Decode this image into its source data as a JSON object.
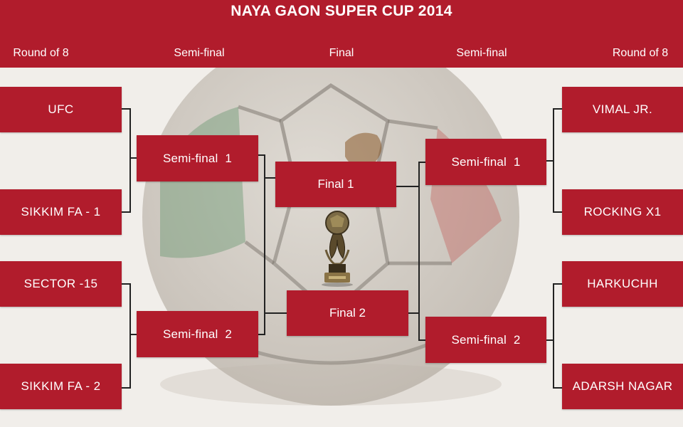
{
  "header": {
    "title": "NAYA GAON SUPER CUP 2014",
    "columns": [
      "Round of 8",
      "Semi-final",
      "Final",
      "Semi-final",
      "Round of 8"
    ]
  },
  "left": {
    "teams": [
      "UFC",
      "SIKKIM FA - 1",
      "SECTOR -15",
      "SIKKIM FA - 2"
    ],
    "semis": [
      "Semi-final  1",
      "Semi-final  2"
    ]
  },
  "right": {
    "teams": [
      "VIMAL JR.",
      "ROCKING X1",
      "HARKUCHH",
      "ADARSH NAGAR"
    ],
    "semis": [
      "Semi-final  1",
      "Semi-final  2"
    ]
  },
  "finals": [
    "Final 1",
    "Final 2"
  ],
  "colors": {
    "accent": "#b11c2c",
    "background": "#f1eeea",
    "bracket_line": "#222222"
  },
  "icons": {
    "trophy": "trophy-icon",
    "background": "soccer-ball-illustration"
  }
}
